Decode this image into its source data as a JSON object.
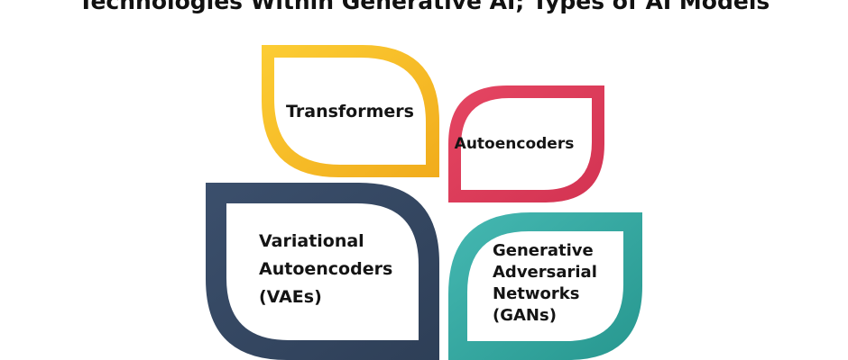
{
  "title": "Technologies Within Generative AI; Types of AI Models",
  "colors": {
    "transformers": "#F6BA1F",
    "autoencoders": "#DD3B59",
    "vaes": "#344660",
    "gans": "#2FA59E"
  },
  "blocks": {
    "transformers": {
      "lines": [
        "Transformers"
      ]
    },
    "autoencoders": {
      "lines": [
        "Autoencoders"
      ]
    },
    "vaes": {
      "lines": [
        "Variational",
        "Autoencoders",
        "(VAEs)"
      ]
    },
    "gans": {
      "lines": [
        "Generative",
        "Adversarial",
        "Networks",
        "(GANs)"
      ]
    }
  }
}
